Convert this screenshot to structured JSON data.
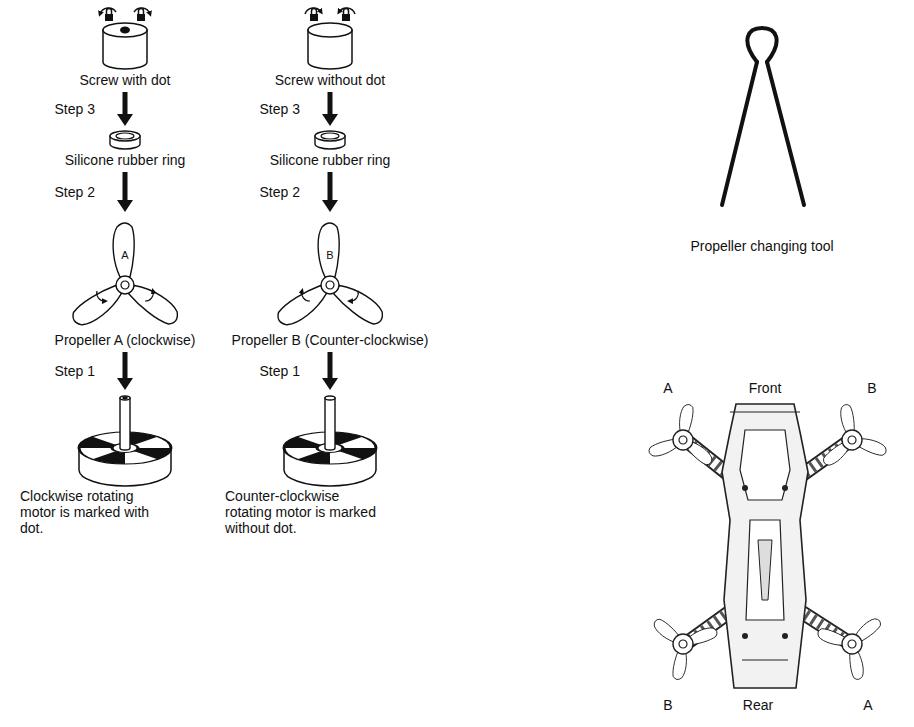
{
  "diagram": {
    "nodes": [
      {
        "text": [
          "Screw with dot"
        ]
      },
      {
        "text": [
          "Silicone rubber ring"
        ]
      },
      {
        "text": [
          "A",
          "Propeller A (clockwise)"
        ]
      },
      {
        "text": [
          "Clockwise rotating motor is marked with dot."
        ]
      },
      {
        "text": [
          "Screw without dot"
        ]
      },
      {
        "text": [
          "Silicone rubber ring"
        ]
      },
      {
        "text": [
          "B",
          "Propeller B (Counter-clockwise)"
        ]
      },
      {
        "text": [
          "Counter-clockwise rotating motor is marked without dot."
        ]
      },
      {
        "text": [
          "Propeller changing tool"
        ]
      }
    ],
    "edges": [
      {
        "from": 0,
        "to": 1,
        "arrow": "to",
        "label": "Step 3"
      },
      {
        "from": 1,
        "to": 2,
        "arrow": "to",
        "label": "Step 2"
      },
      {
        "from": 2,
        "to": 3,
        "arrow": "to",
        "label": "Step 1"
      },
      {
        "from": 4,
        "to": 5,
        "arrow": "to",
        "label": "Step 3"
      },
      {
        "from": 5,
        "to": 6,
        "arrow": "to",
        "label": "Step 2"
      },
      {
        "from": 6,
        "to": 7,
        "arrow": "to",
        "label": "Step 1"
      }
    ],
    "labels": [
      "A",
      "Front",
      "B",
      "B",
      "Rear",
      "A"
    ]
  }
}
